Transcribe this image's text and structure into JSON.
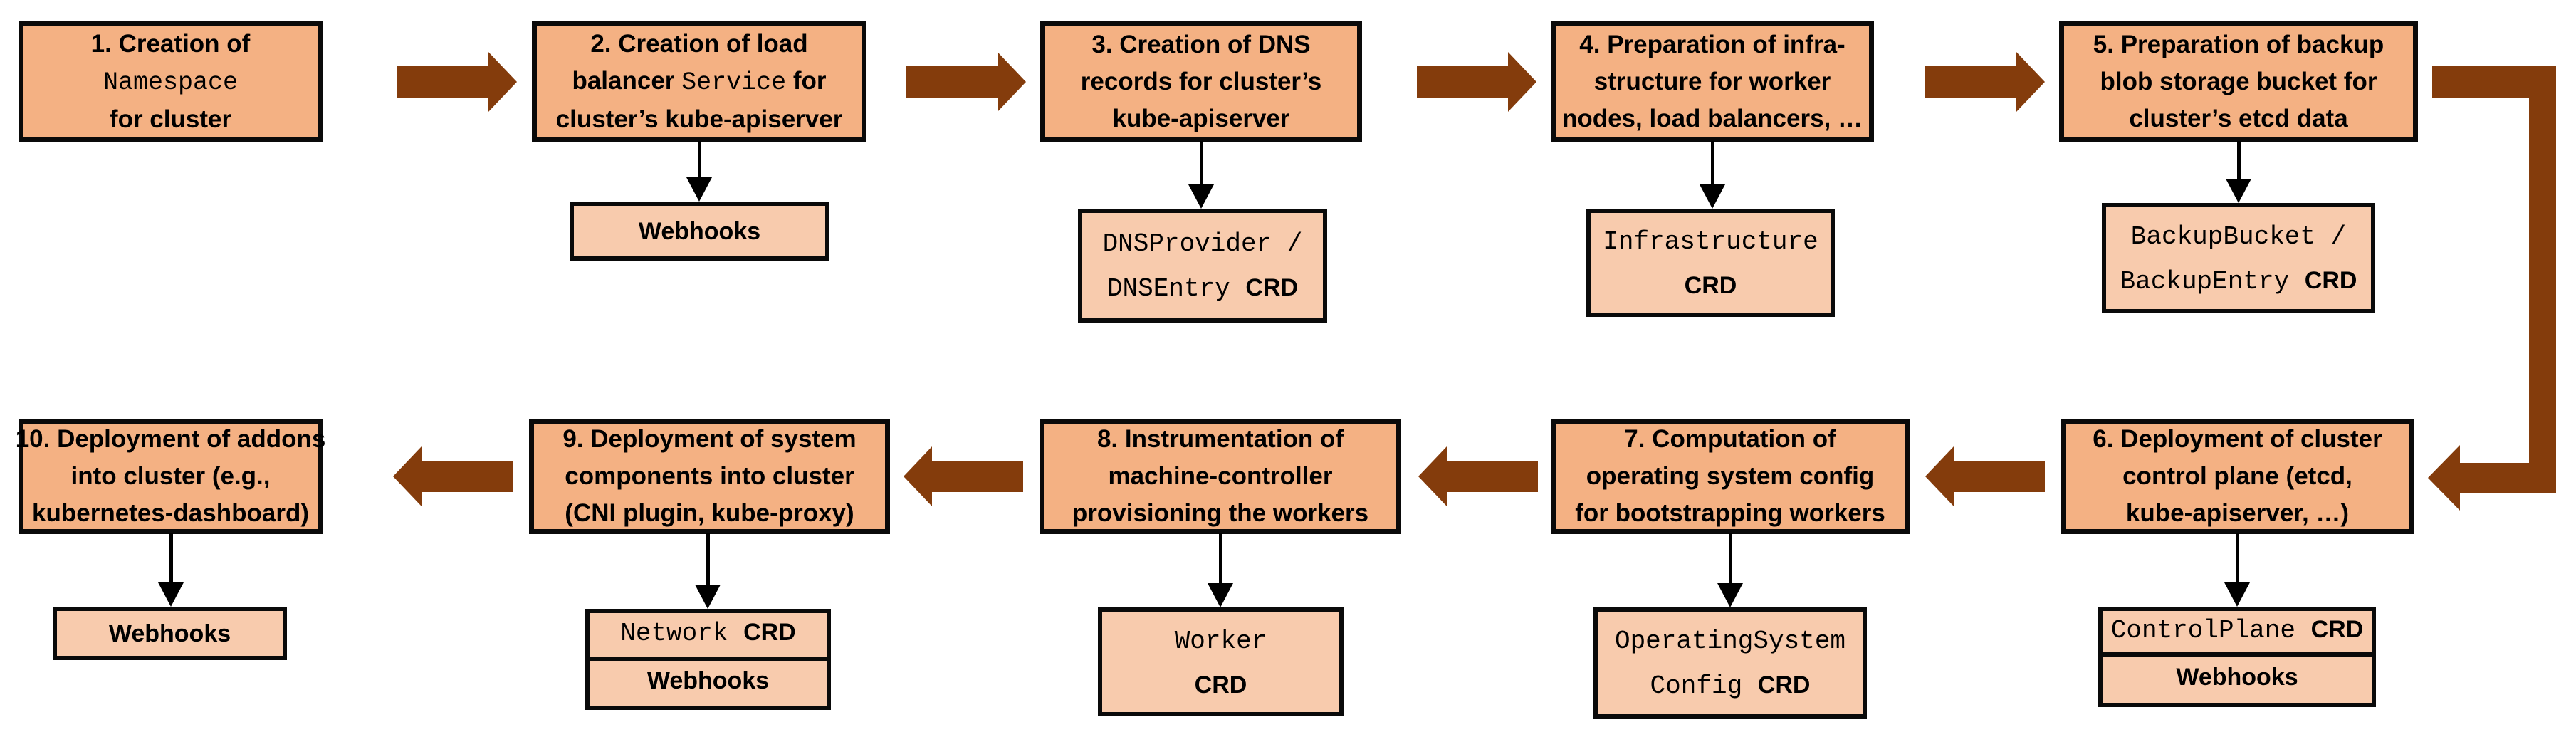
{
  "diagram": {
    "colors": {
      "step_fill": "#F4B183",
      "crd_fill": "#F8CBAD",
      "arrow": "#843C0C",
      "border": "#0A0A0A"
    },
    "flow": {
      "top_row_direction": "right",
      "bottom_row_direction": "left",
      "elbow_connector": "step-5 to step-6"
    },
    "steps": [
      {
        "name": "step-1",
        "title_lines": [
          [
            {
              "t": "1. Creation of"
            }
          ],
          [
            {
              "t": "Namespace",
              "m": true
            }
          ],
          [
            {
              "t": "for cluster"
            }
          ]
        ],
        "children": []
      },
      {
        "name": "step-2",
        "title_lines": [
          [
            {
              "t": "2. Creation of load"
            }
          ],
          [
            {
              "t": "balancer "
            },
            {
              "t": "Service",
              "m": true
            },
            {
              "t": " for"
            }
          ],
          [
            {
              "t": "cluster’s kube-apiserver"
            }
          ]
        ],
        "children": [
          {
            "name": "webhooks-box",
            "lines": [
              [
                {
                  "t": "Webhooks"
                }
              ]
            ]
          }
        ]
      },
      {
        "name": "step-3",
        "title_lines": [
          [
            {
              "t": "3. Creation of DNS"
            }
          ],
          [
            {
              "t": "records for cluster’s"
            }
          ],
          [
            {
              "t": "kube-apiserver"
            }
          ]
        ],
        "children": [
          {
            "name": "dns-crd-box",
            "lines": [
              [
                {
                  "t": "DNSProvider /",
                  "m": true
                }
              ],
              [
                {
                  "t": "DNSEntry ",
                  "m": true
                },
                {
                  "t": "CRD"
                }
              ]
            ]
          }
        ]
      },
      {
        "name": "step-4",
        "title_lines": [
          [
            {
              "t": "4. Preparation of infra-"
            }
          ],
          [
            {
              "t": "structure for worker"
            }
          ],
          [
            {
              "t": "nodes, load balancers, …"
            }
          ]
        ],
        "children": [
          {
            "name": "infrastructure-crd-box",
            "lines": [
              [
                {
                  "t": "Infrastructure",
                  "m": true
                }
              ],
              [
                {
                  "t": "CRD"
                }
              ]
            ]
          }
        ]
      },
      {
        "name": "step-5",
        "title_lines": [
          [
            {
              "t": "5. Preparation of backup"
            }
          ],
          [
            {
              "t": "blob storage bucket for"
            }
          ],
          [
            {
              "t": "cluster’s etcd data"
            }
          ]
        ],
        "children": [
          {
            "name": "backup-crd-box",
            "lines": [
              [
                {
                  "t": "BackupBucket /",
                  "m": true
                }
              ],
              [
                {
                  "t": "BackupEntry ",
                  "m": true
                },
                {
                  "t": "CRD"
                }
              ]
            ]
          }
        ]
      },
      {
        "name": "step-6",
        "title_lines": [
          [
            {
              "t": "6. Deployment of cluster"
            }
          ],
          [
            {
              "t": "control plane (etcd,"
            }
          ],
          [
            {
              "t": "kube-apiserver, …)"
            }
          ]
        ],
        "children": [
          {
            "name": "controlplane-crd-box",
            "lines": [
              [
                {
                  "t": "ControlPlane ",
                  "m": true
                },
                {
                  "t": "CRD"
                }
              ]
            ]
          },
          {
            "name": "webhooks-box",
            "lines": [
              [
                {
                  "t": "Webhooks"
                }
              ]
            ]
          }
        ]
      },
      {
        "name": "step-7",
        "title_lines": [
          [
            {
              "t": "7. Computation of"
            }
          ],
          [
            {
              "t": "operating system config"
            }
          ],
          [
            {
              "t": "for bootstrapping workers"
            }
          ]
        ],
        "children": [
          {
            "name": "operatingsystemconfig-crd-box",
            "lines": [
              [
                {
                  "t": "OperatingSystem",
                  "m": true
                }
              ],
              [
                {
                  "t": "Config ",
                  "m": true
                },
                {
                  "t": "CRD"
                }
              ]
            ]
          }
        ]
      },
      {
        "name": "step-8",
        "title_lines": [
          [
            {
              "t": "8. Instrumentation of"
            }
          ],
          [
            {
              "t": "machine-controller"
            }
          ],
          [
            {
              "t": "provisioning the workers"
            }
          ]
        ],
        "children": [
          {
            "name": "worker-crd-box",
            "lines": [
              [
                {
                  "t": "Worker",
                  "m": true
                }
              ],
              [
                {
                  "t": "CRD"
                }
              ]
            ]
          }
        ]
      },
      {
        "name": "step-9",
        "title_lines": [
          [
            {
              "t": "9. Deployment of system"
            }
          ],
          [
            {
              "t": "components into cluster"
            }
          ],
          [
            {
              "t": "(CNI plugin, kube-proxy)"
            }
          ]
        ],
        "children": [
          {
            "name": "network-crd-box",
            "lines": [
              [
                {
                  "t": "Network ",
                  "m": true
                },
                {
                  "t": "CRD"
                }
              ]
            ]
          },
          {
            "name": "webhooks-box",
            "lines": [
              [
                {
                  "t": "Webhooks"
                }
              ]
            ]
          }
        ]
      },
      {
        "name": "step-10",
        "title_lines": [
          [
            {
              "t": "10. Deployment of addons"
            }
          ],
          [
            {
              "t": "into cluster (e.g.,"
            }
          ],
          [
            {
              "t": "kubernetes-dashboard)"
            }
          ]
        ],
        "children": [
          {
            "name": "webhooks-box",
            "lines": [
              [
                {
                  "t": "Webhooks"
                }
              ]
            ]
          }
        ]
      }
    ]
  }
}
